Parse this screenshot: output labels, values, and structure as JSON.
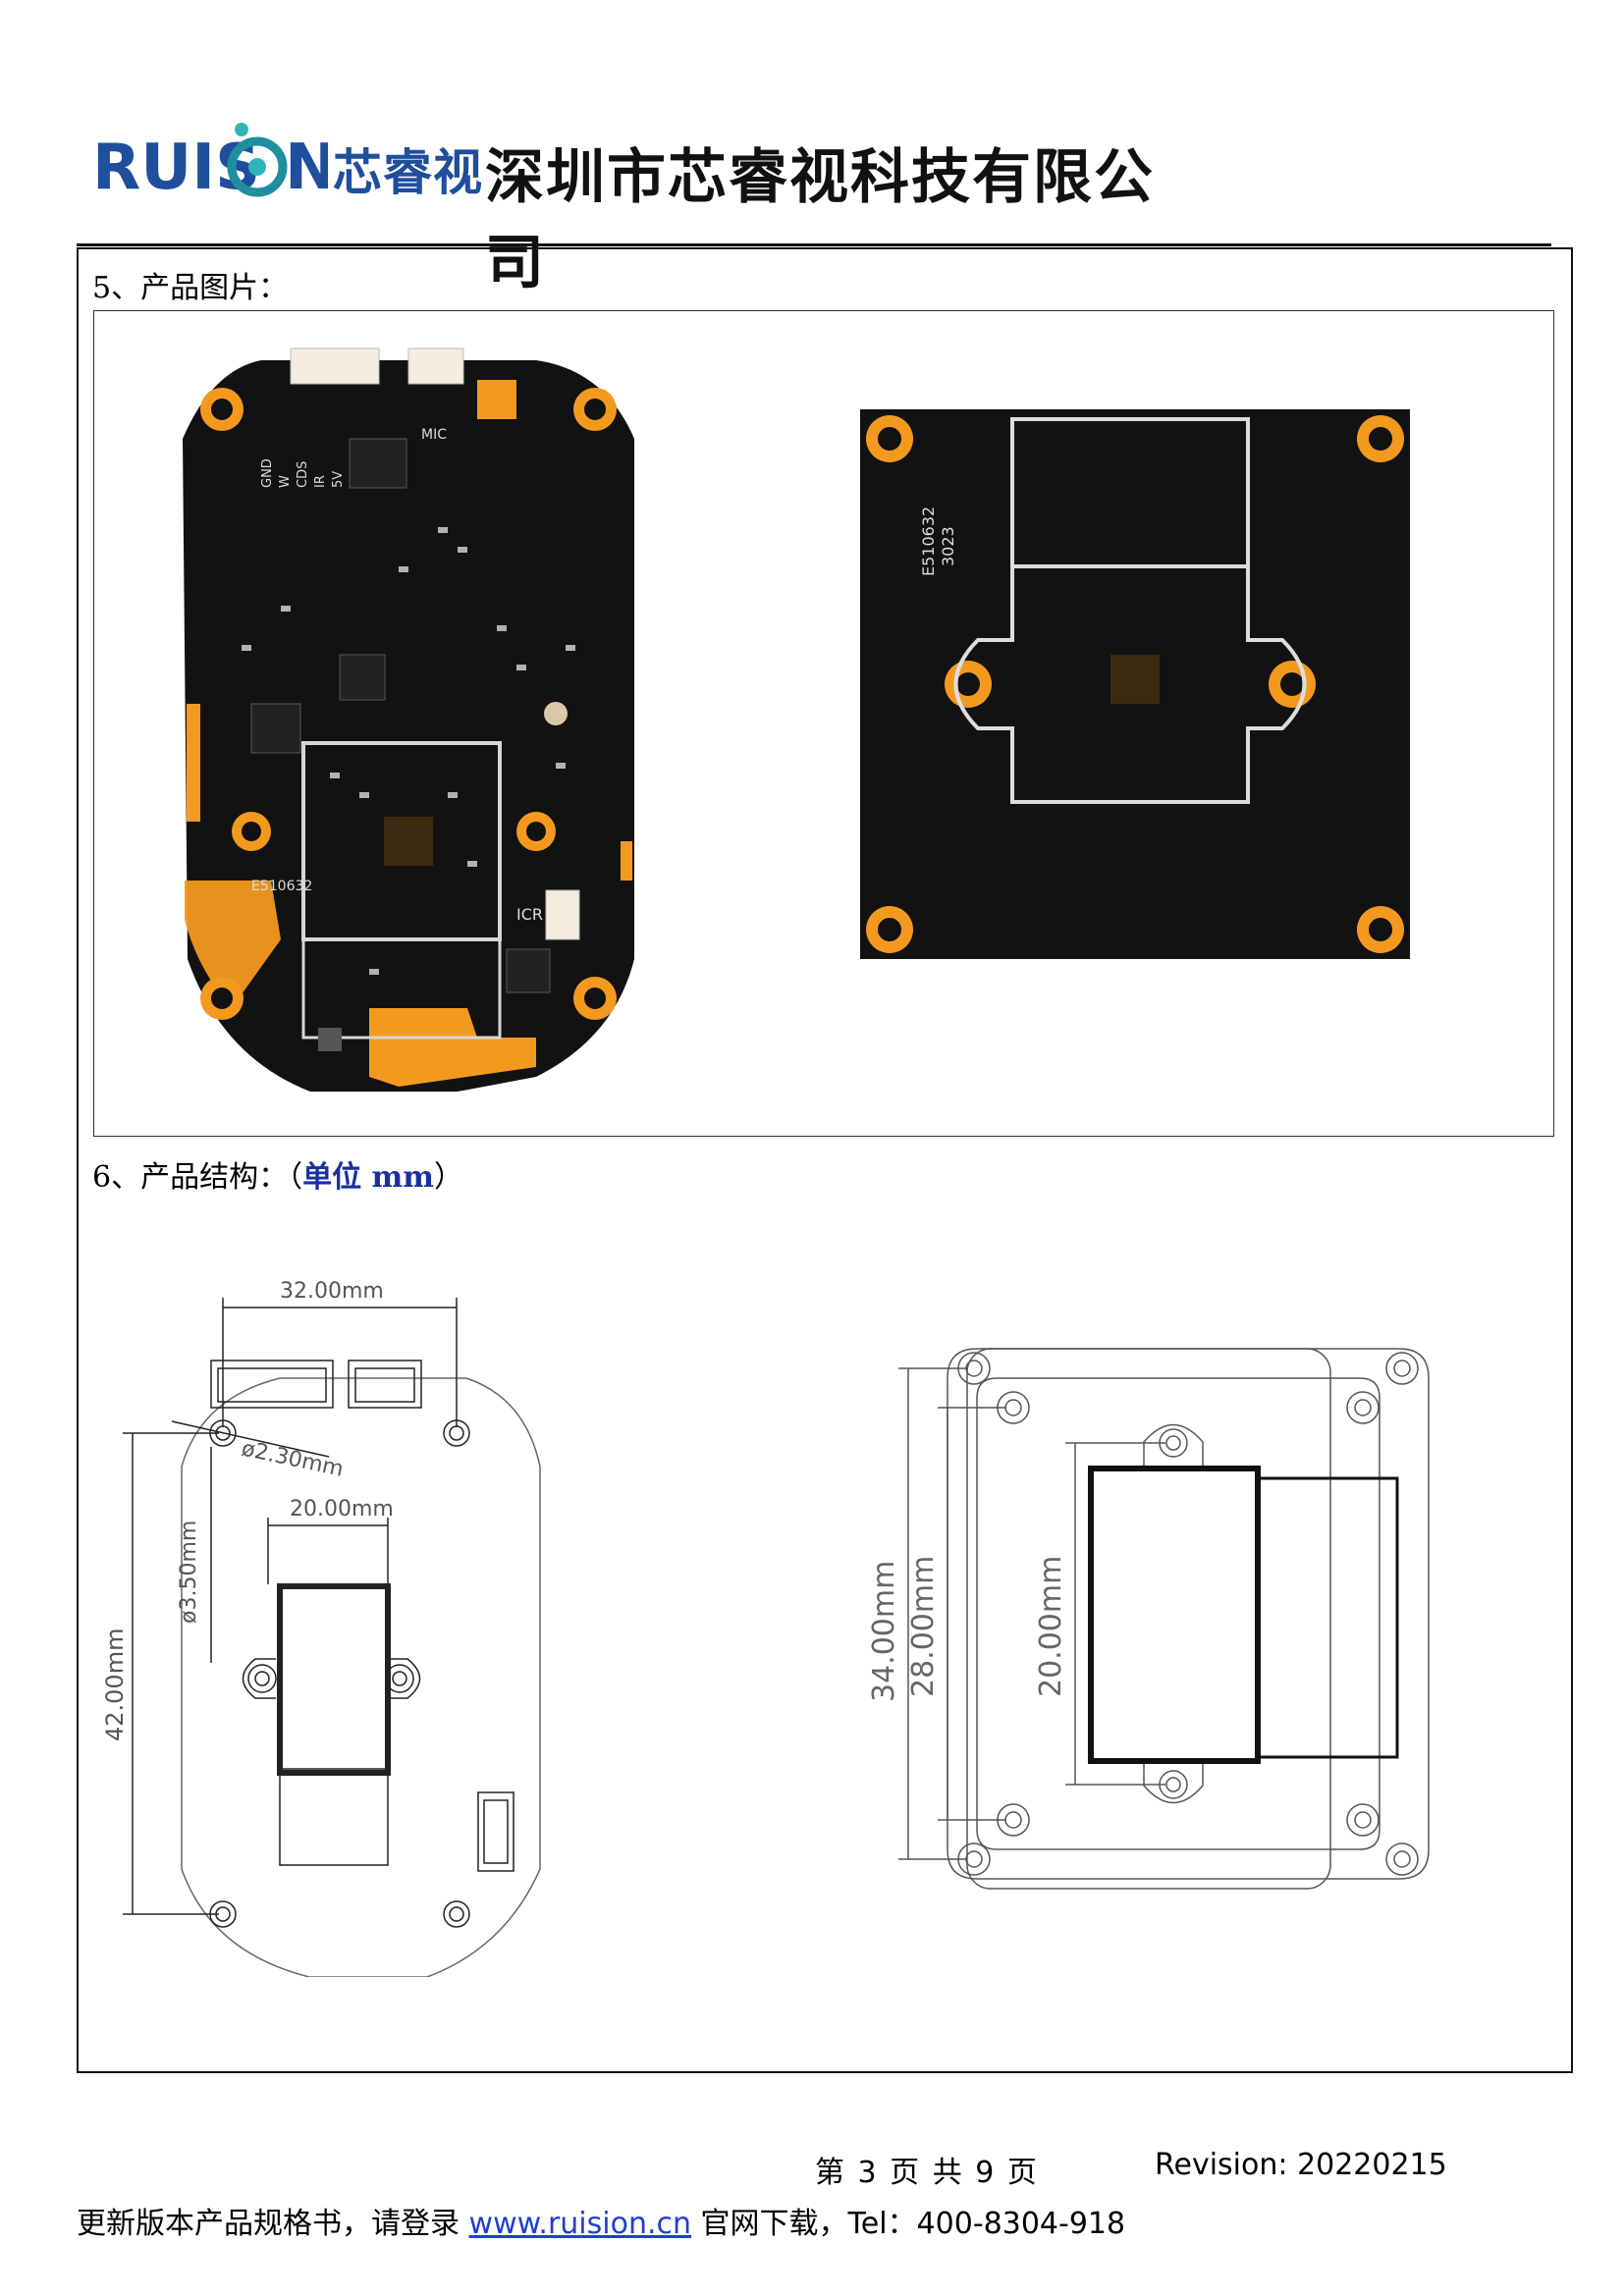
{
  "header": {
    "logo_text": "RUISION",
    "logo_cn": "芯睿视",
    "company": "深圳市芯睿视科技有限公司"
  },
  "section5": {
    "title": "5、产品图片："
  },
  "pcb_front": {
    "silkscreen": [
      "MIC",
      "GND",
      "W",
      "CDS",
      "IR",
      "5V",
      "ICR",
      "E510632"
    ]
  },
  "pcb_back": {
    "silkscreen": [
      "E510632",
      "3023"
    ]
  },
  "section6": {
    "title": "6、产品结构：（",
    "unit": "单位 mm",
    "title_end": "）"
  },
  "drawing_left": {
    "width_dim": "32.00mm",
    "hole_dim": "ø2.30mm",
    "lens_dim": "20.00mm",
    "offset_dim": "ø3.50mm",
    "height_dim": "42.00mm"
  },
  "drawing_right": {
    "outer_dim": "34.00mm",
    "inner_dim": "28.00mm",
    "lens_dim": "20.00mm"
  },
  "footer": {
    "page": "第 3 页 共 9 页",
    "revision": "Revision: 20220215",
    "note_prefix": "更新版本产品规格书，请登录 ",
    "url": "www.ruision.cn",
    "note_suffix": " 官网下载，Tel：400-8304-918"
  },
  "colors": {
    "brand": "#1f4e9c",
    "pcb": "#111111",
    "gold": "#f39a1e",
    "accent_blue": "#1a2f9e"
  }
}
